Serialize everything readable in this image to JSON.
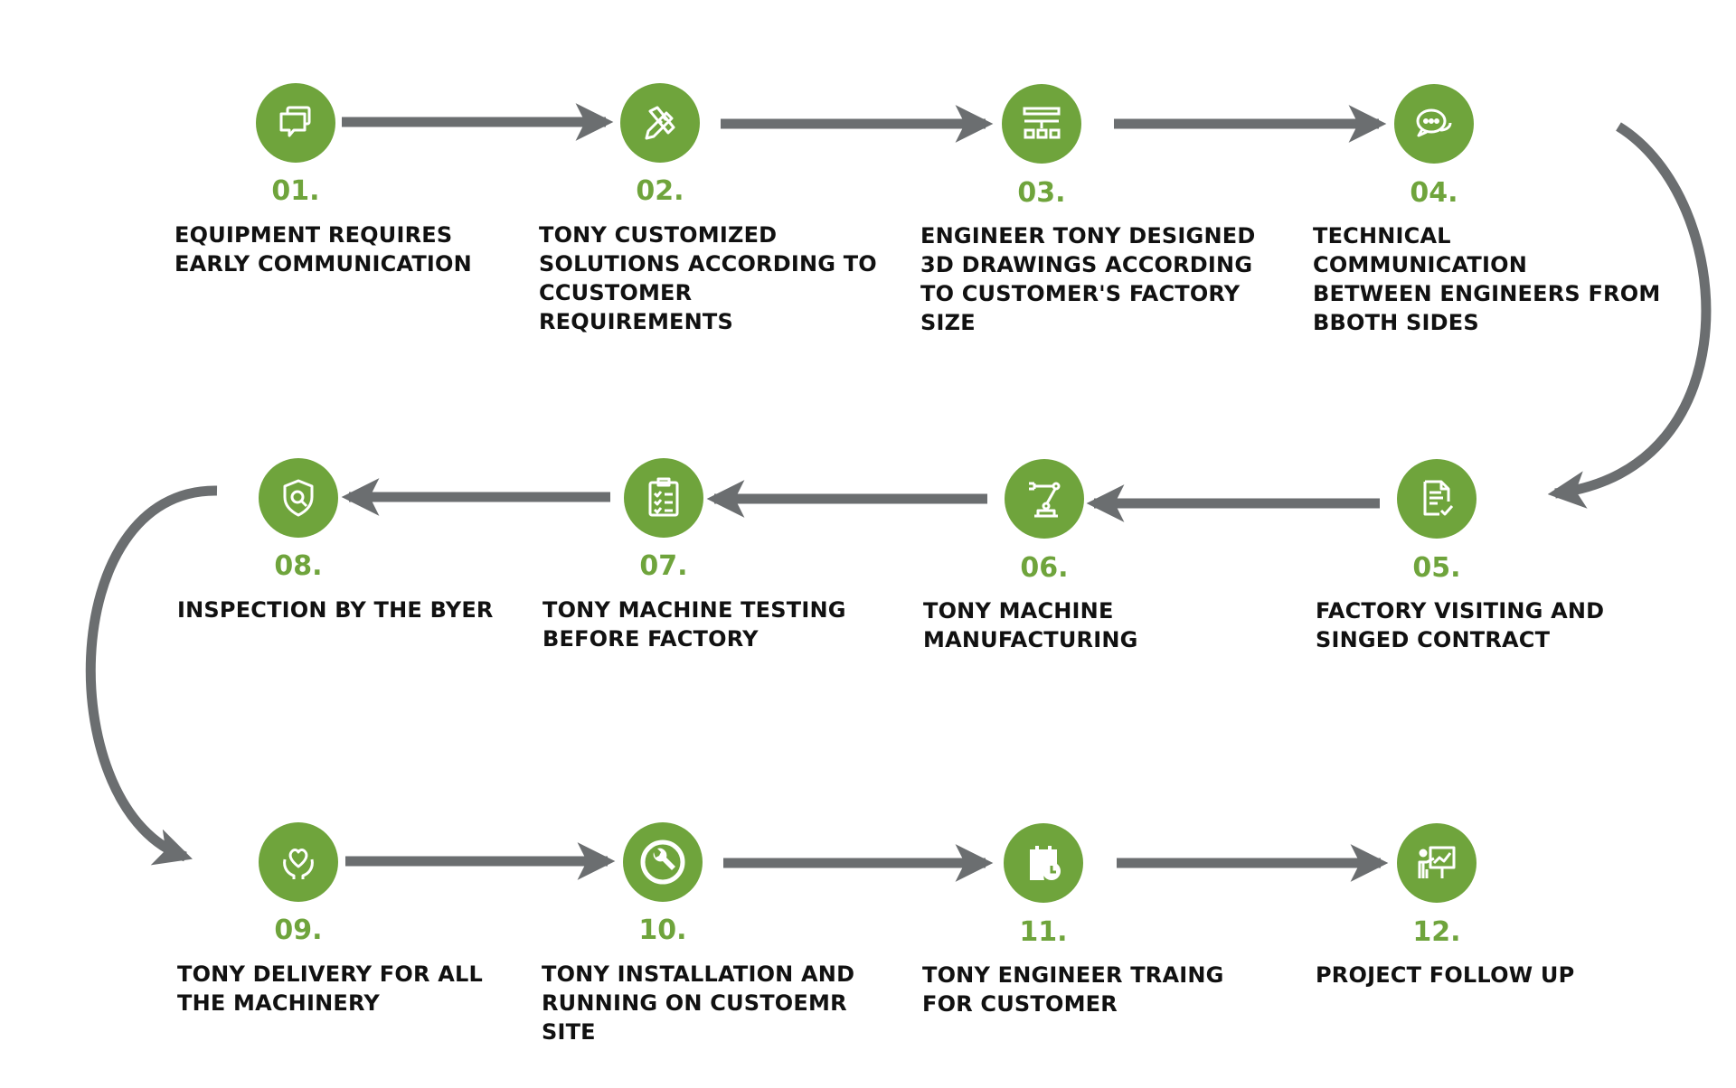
{
  "colors": {
    "accent": "#6fa43c",
    "arrow": "#6b6e70",
    "text": "#111111",
    "background": "#ffffff"
  },
  "steps": [
    {
      "number": "01.",
      "label": "EQUIPMENT REQUIRES\nEARLY COMMUNICATION",
      "icon": "chat-bubbles-icon"
    },
    {
      "number": "02.",
      "label": "TONY CUSTOMIZED\nSOLUTIONS ACCORDING TO\nCCUSTOMER REQUIREMENTS",
      "icon": "pencil-ruler-icon"
    },
    {
      "number": "03.",
      "label": "ENGINEER TONY DESIGNED\n3D DRAWINGS ACCORDING\nTO CUSTOMER'S FACTORY\nSIZE",
      "icon": "layout-blocks-icon"
    },
    {
      "number": "04.",
      "label": "TECHNICAL COMMUNICATION\nBETWEEN ENGINEERS FROM\nBBOTH SIDES",
      "icon": "speech-bubbles-icon"
    },
    {
      "number": "05.",
      "label": "FACTORY VISITING AND\nSINGED CONTRACT",
      "icon": "document-check-icon"
    },
    {
      "number": "06.",
      "label": "TONY MACHINE\nMANUFACTURING",
      "icon": "robot-arm-icon"
    },
    {
      "number": "07.",
      "label": "TONY MACHINE TESTING\nBEFORE FACTORY",
      "icon": "clipboard-checklist-icon"
    },
    {
      "number": "08.",
      "label": "INSPECTION BY THE BYER",
      "icon": "shield-search-icon"
    },
    {
      "number": "09.",
      "label": "TONY DELIVERY FOR ALL\nTHE MACHINERY",
      "icon": "heart-hands-icon"
    },
    {
      "number": "10.",
      "label": "TONY INSTALLATION AND\nRUNNING ON CUSTOEMR\nSITE",
      "icon": "wrench-icon"
    },
    {
      "number": "11.",
      "label": "TONY ENGINEER TRAING\nFOR CUSTOMER",
      "icon": "calendar-clock-icon"
    },
    {
      "number": "12.",
      "label": "PROJECT FOLLOW UP",
      "icon": "presentation-chart-icon"
    }
  ]
}
